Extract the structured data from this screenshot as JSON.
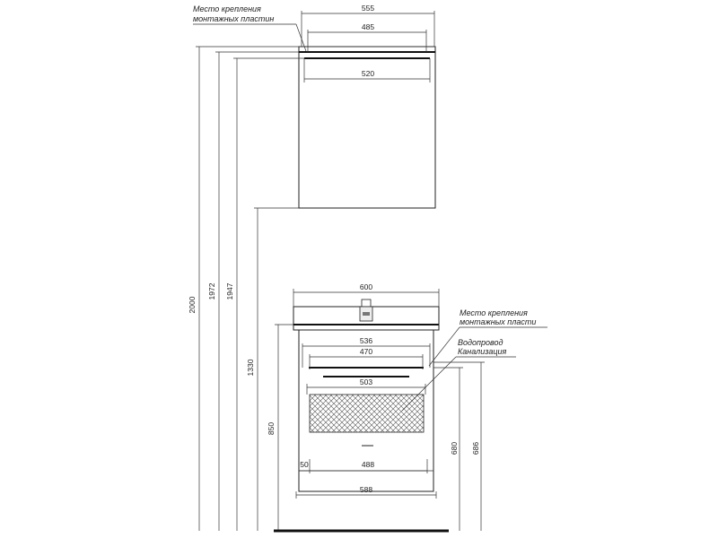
{
  "dimensions": {
    "mirror_width": "555",
    "mirror_mount_spacing": "485",
    "mirror_inner_width": "520",
    "height_total": "2000",
    "height_1972": "1972",
    "height_1947": "1947",
    "height_1330": "1330",
    "height_850": "850",
    "basin_width": "600",
    "cabinet_width_536": "536",
    "cabinet_mount_470": "470",
    "drawer_width_503": "503",
    "plinth_width_488": "488",
    "plinth_offset_50": "50",
    "cabinet_width_588": "588",
    "height_680": "680",
    "height_686": "686"
  },
  "notes": {
    "mirror_mount_line1": "Место крепления",
    "mirror_mount_line2": "монтажных пластин",
    "cabinet_mount_line1": "Место крепления",
    "cabinet_mount_line2": "монтажных пласти",
    "water_supply": "Водопровод",
    "sewage": "Канализация"
  }
}
